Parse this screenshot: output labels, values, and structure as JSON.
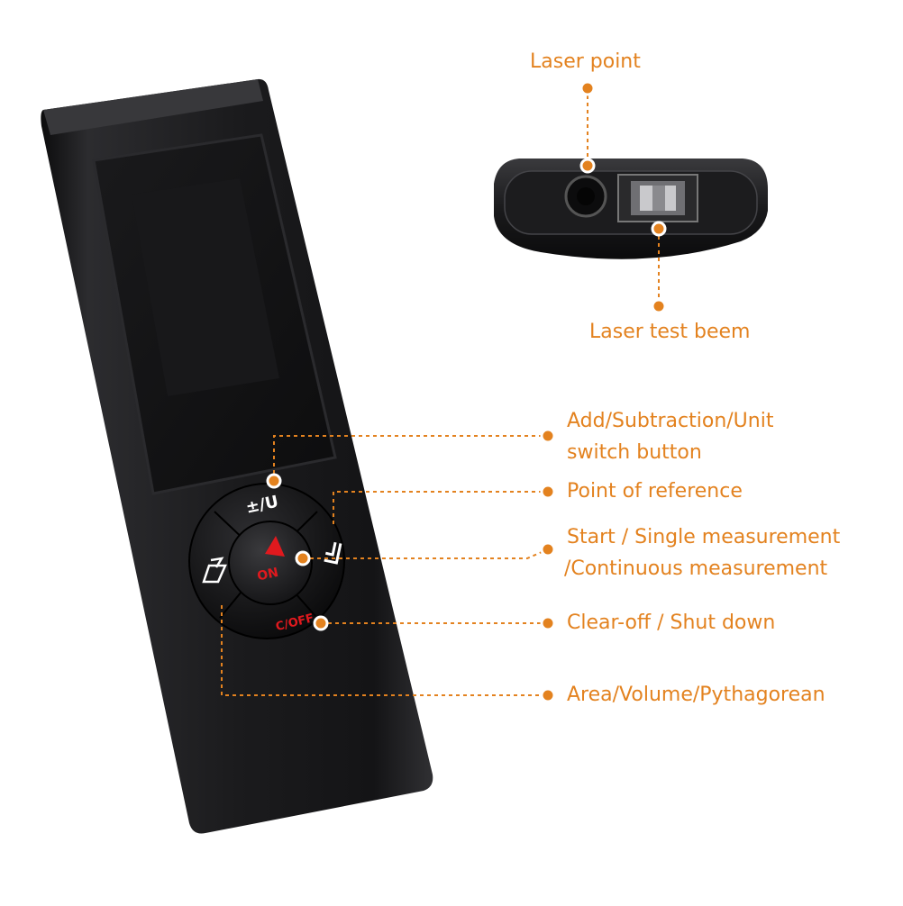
{
  "callouts": {
    "laser_point": "Laser point",
    "laser_test_beam": "Laser test beem",
    "add_sub_unit_line1": "Add/Subtraction/Unit",
    "add_sub_unit_line2": "switch button",
    "point_of_reference": "Point of reference",
    "start_line1": "Start / Single measurement",
    "start_line2": "/Continuous measurement",
    "clear_off": "Clear-off / Shut down",
    "area_volume": "Area/Volume/Pythagorean"
  },
  "device_buttons": {
    "top": "±/U",
    "center": "ON",
    "bottom": "C/OFF"
  },
  "colors": {
    "accent": "#e3821f",
    "device_body": "#1c1c1e",
    "button_red": "#e0191e"
  }
}
